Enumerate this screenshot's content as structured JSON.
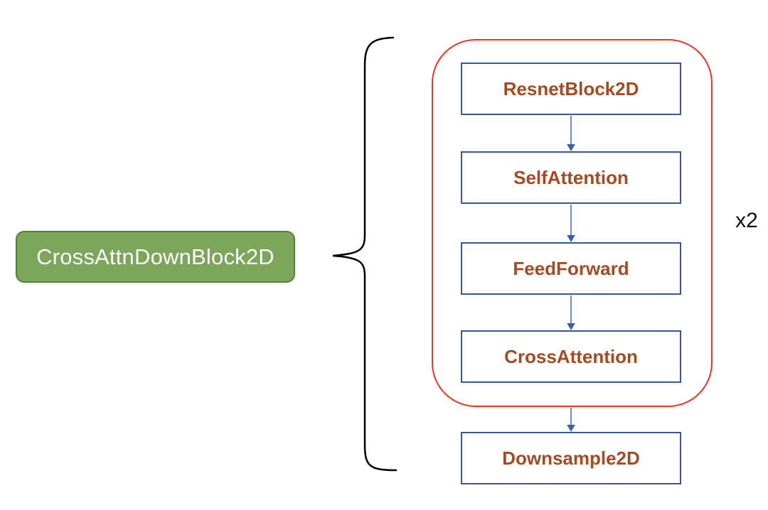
{
  "diagram": {
    "main_block": {
      "label": "CrossAttnDownBlock2D"
    },
    "loop": {
      "repeat_label": "x2"
    },
    "blocks": [
      {
        "label": "ResnetBlock2D"
      },
      {
        "label": "SelfAttention"
      },
      {
        "label": "FeedForward"
      },
      {
        "label": "CrossAttention"
      }
    ],
    "bottom_block": {
      "label": "Downsample2D"
    },
    "colors": {
      "main_block_fill": "#7CA75B",
      "main_block_border": "#55803A",
      "main_block_text": "#ffffff",
      "node_border": "#3A5795",
      "node_text": "#A64A21",
      "loop_border": "#EE3524",
      "arrow_line": "#4472C4",
      "arrow_head": "#3A5FAD",
      "brace": "#000000",
      "repeat_text": "#111111"
    }
  }
}
